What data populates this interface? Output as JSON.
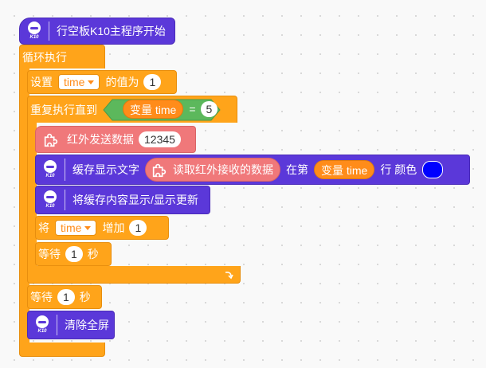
{
  "hat": {
    "label": "行空板K10主程序开始",
    "icon_label": "K10"
  },
  "loop": {
    "label": "循环执行"
  },
  "set_var": {
    "prefix": "设置",
    "var_name": "time",
    "suffix": "的值为",
    "value": "1"
  },
  "repeat_until": {
    "label": "重复执行直到",
    "cond_var_label": "变量 time",
    "cond_op": "=",
    "cond_value": "5"
  },
  "ir_send": {
    "label": "红外发送数据",
    "value": "12345"
  },
  "cache_text": {
    "label": "缓存显示文字",
    "reporter_label": "读取红外接收的数据",
    "at_label": "在第",
    "var_label": "变量 time",
    "row_label": "行 颜色",
    "color": "#0000ff",
    "icon_label": "K10"
  },
  "cache_show": {
    "label": "将缓存内容显示/显示更新",
    "icon_label": "K10"
  },
  "change_var": {
    "prefix": "将",
    "var_name": "time",
    "suffix": "增加",
    "value": "1"
  },
  "wait_inner": {
    "prefix": "等待",
    "value": "1",
    "suffix": "秒"
  },
  "wait_outer": {
    "prefix": "等待",
    "value": "1",
    "suffix": "秒"
  },
  "clear": {
    "label": "清除全屏",
    "icon_label": "K10"
  },
  "colors": {
    "orange": "#ffa41a",
    "purple": "#5b38d9",
    "pink": "#f0787a",
    "green": "#5cb85c"
  }
}
